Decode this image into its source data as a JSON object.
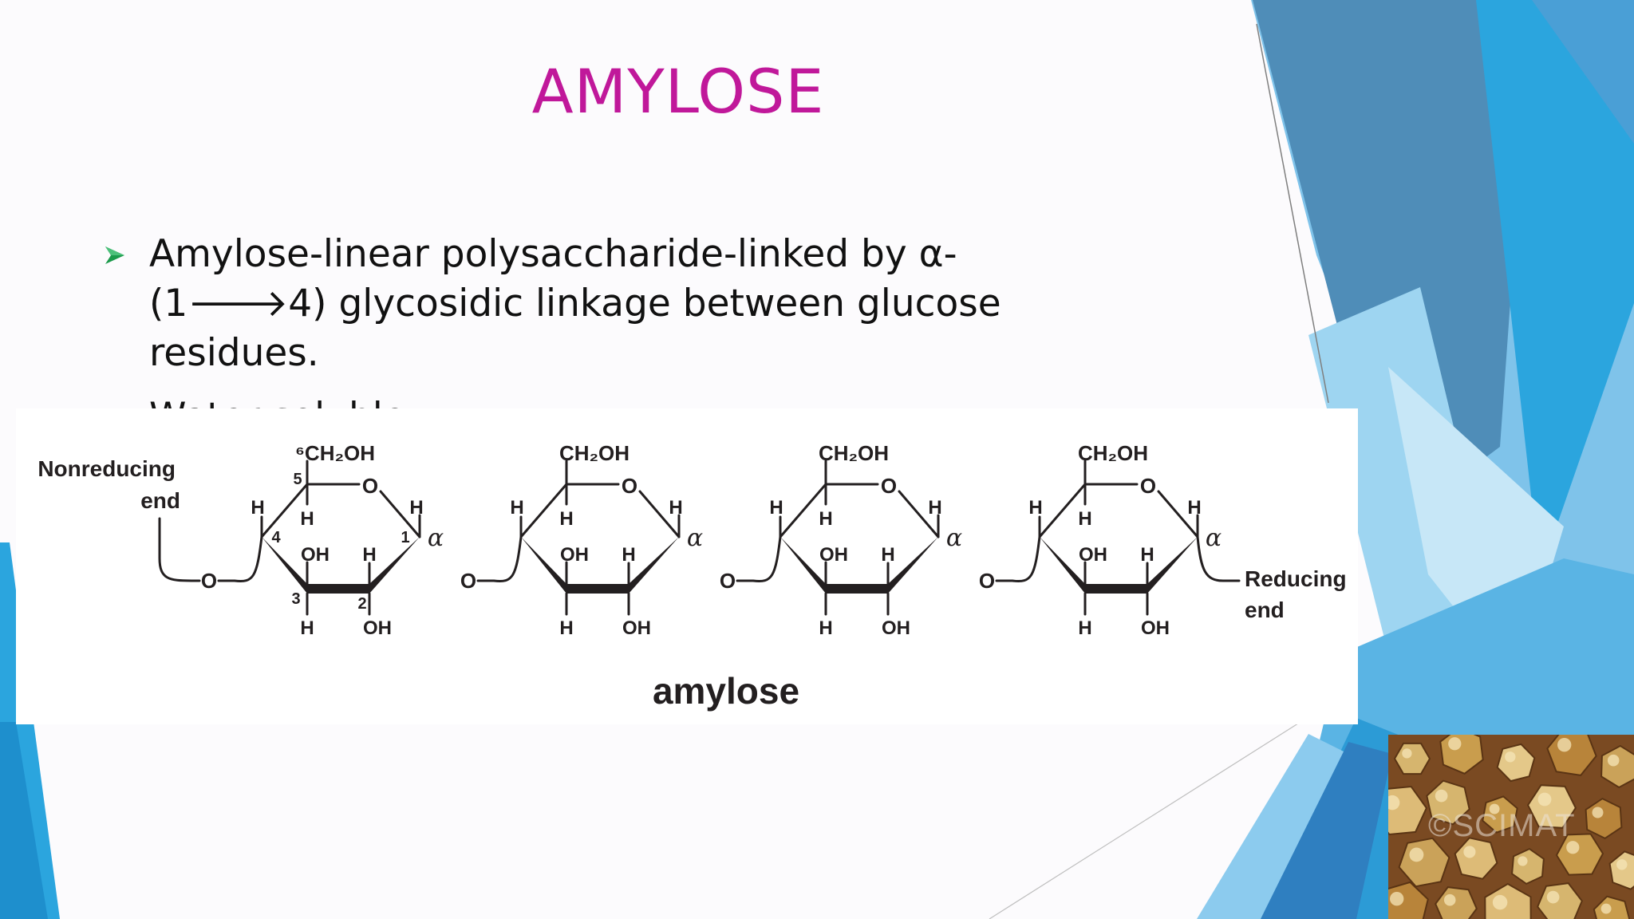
{
  "slide": {
    "title": "AMYLOSE",
    "bullets": [
      "Amylose-linear polysaccharide-linked by α-(1🡒4) glycosidic linkage between glucose residues.",
      "Water soluble"
    ]
  },
  "figure": {
    "left_end_label": [
      "Nonreducing",
      "end"
    ],
    "right_end_label": [
      "Reducing",
      "end"
    ],
    "caption": "amylose",
    "ring_count": 4,
    "group_labels": {
      "ch2oh": "CH₂OH",
      "ch2oh_first": "⁶CH₂OH",
      "oh": "OH",
      "h": "H",
      "ring_o": "O",
      "bridge_o": "O",
      "alpha": "α"
    },
    "carbon_numbers": [
      "1",
      "2",
      "3",
      "4",
      "5"
    ]
  },
  "photo": {
    "credit": "©SCIMAT",
    "subject": "starch-granules-micrograph"
  },
  "colors": {
    "title": "#c0189a",
    "bullet_arrow": "#1b9a4b",
    "text": "#111111",
    "structure": "#231f20",
    "accent_blue": "#2aa7e1"
  }
}
